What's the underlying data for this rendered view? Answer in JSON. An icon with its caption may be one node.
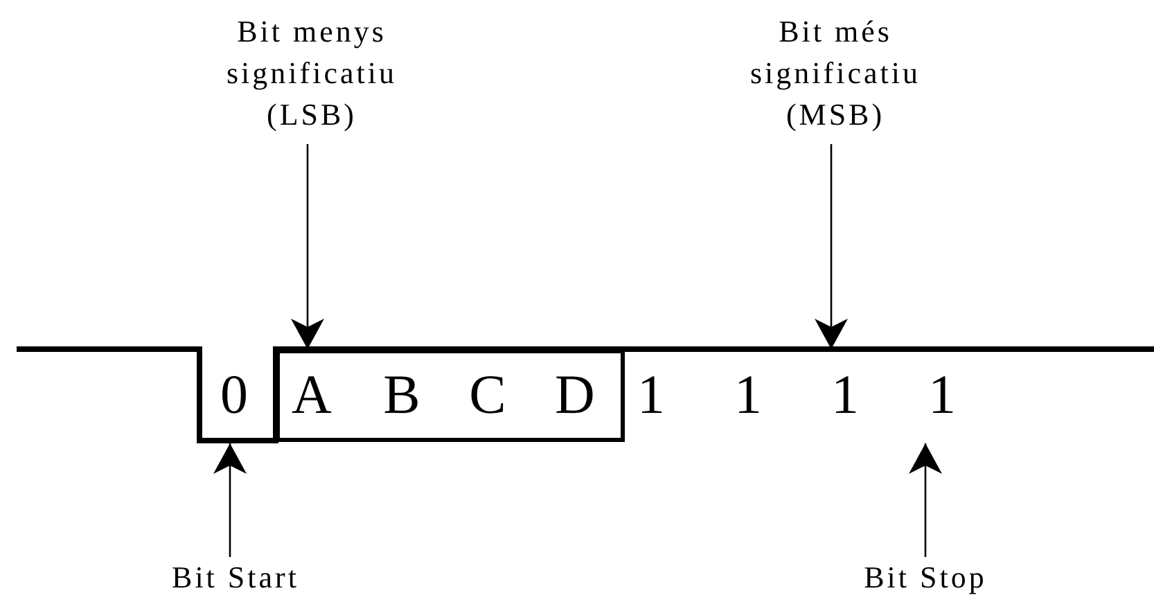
{
  "diagram": {
    "nodes": [
      {
        "text": [
          "Bit menys significatiu (LSB)"
        ]
      },
      {
        "text": [
          "Bit més significatiu (MSB)"
        ]
      },
      {
        "text": [
          "0"
        ]
      },
      {
        "text": [],
        "shape": "box"
      },
      {
        "text": [
          "A"
        ],
        "in": 3
      },
      {
        "text": [
          "B"
        ],
        "in": 3
      },
      {
        "text": [
          "C"
        ],
        "in": 3
      },
      {
        "text": [
          "D"
        ],
        "in": 3
      },
      {
        "text": [
          "1"
        ]
      },
      {
        "text": [
          "1"
        ]
      },
      {
        "text": [
          "1"
        ]
      },
      {
        "text": [
          "1"
        ]
      },
      {
        "text": [
          "Bit Start"
        ]
      },
      {
        "text": [
          "Bit Stop"
        ]
      }
    ],
    "edges": [
      {
        "from": 0,
        "to": 4,
        "arrow": "to"
      },
      {
        "from": 1,
        "to": 10,
        "arrow": "to"
      },
      {
        "from": 12,
        "to": 2,
        "arrow": "to"
      },
      {
        "from": 13,
        "to": 11,
        "arrow": "to"
      }
    ]
  }
}
